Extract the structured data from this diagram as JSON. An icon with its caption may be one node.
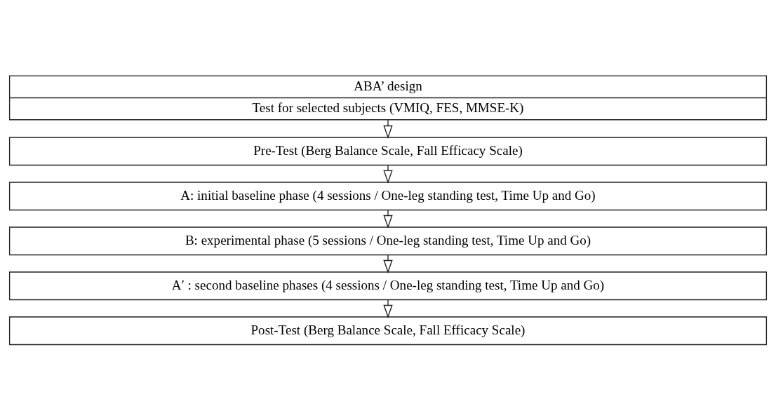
{
  "diagram": {
    "nodes": [
      {
        "text": [
          "ABA’ design",
          "Test for selected subjects (VMIQ, FES, MMSE-K)"
        ]
      },
      {
        "text": [
          "Pre-Test (Berg Balance Scale, Fall Efficacy Scale)"
        ]
      },
      {
        "text": [
          "A: initial baseline phase (4 sessions / One-leg standing test, Time Up and Go)"
        ]
      },
      {
        "text": [
          "B: experimental phase (5 sessions / One-leg standing test, Time Up and Go)"
        ]
      },
      {
        "text": [
          "A′ : second baseline phases (4 sessions / One-leg standing test, Time Up and Go)"
        ]
      },
      {
        "text": [
          "Post-Test (Berg Balance Scale, Fall Efficacy Scale)"
        ]
      }
    ],
    "edges": [
      {
        "from": 0,
        "to": 1,
        "arrow": "to"
      },
      {
        "from": 1,
        "to": 2,
        "arrow": "to"
      },
      {
        "from": 2,
        "to": 3,
        "arrow": "to"
      },
      {
        "from": 3,
        "to": 4,
        "arrow": "to"
      },
      {
        "from": 4,
        "to": 5,
        "arrow": "to"
      }
    ]
  }
}
